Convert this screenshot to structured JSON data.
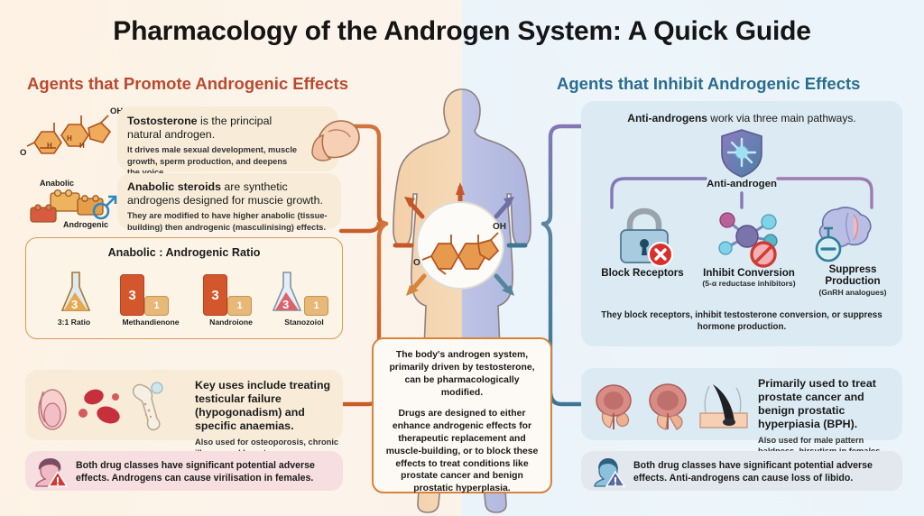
{
  "title": "Pharmacology of the Androgen System: A Quick Guide",
  "colors": {
    "left_accent": "#b9492f",
    "right_accent": "#2b6c8d",
    "left_bg": "#fdf2e3",
    "right_bg": "#eaf4fa",
    "card_left": "#f8ecd9",
    "card_right": "#dceaf3",
    "ratio_high_bar": "#d4562c",
    "ratio_low_bar": "#e7b878",
    "warn_left_bg": "#f7dfe1",
    "warn_right_bg": "#e3e8ee",
    "connector_left": "#cf6a33",
    "connector_right_top": "#8478b4",
    "connector_right_bottom": "#4a7f9e"
  },
  "sections": {
    "left_heading": "Agents that Promote Androgenic Effects",
    "right_heading": "Agents that Inhibit Androgenic Effects"
  },
  "left": {
    "molecule_labels": {
      "oh": "OH",
      "o": "O",
      "h1": "H",
      "h2": "H",
      "h3": "H"
    },
    "brick_labels": {
      "anabolic": "Anabolic",
      "androgenic": "Androgenic"
    },
    "cards": [
      {
        "heading_bold": "Tostosterone",
        "heading_rest": " is the principal natural androgen.",
        "sub": "It drives male sexual development, muscle growth, sperm production, and deepens the voice.",
        "icon": "flexed-bicep-icon"
      },
      {
        "heading_bold": "Anabolic steroids",
        "heading_rest": " are synthetic androgens designed for muscie growth.",
        "sub": "They are modified to have higher anabolic (tissue-building) then androgenic (masculinising) effects.",
        "icon": "lego-bricks-icon"
      }
    ],
    "ratio_panel": {
      "title": "Anabolic : Androgenic Ratio",
      "items": [
        {
          "label": "3:1 Ratio",
          "type": "flask",
          "flask_color": "#e8a94e",
          "high": "3",
          "low": "1"
        },
        {
          "label": "Methandienone",
          "type": "bars",
          "high": "3",
          "low": "1"
        },
        {
          "label": "Nandroione",
          "type": "bars",
          "high": "3",
          "low": "1"
        },
        {
          "label": "Stanozoiol",
          "type": "flask",
          "flask_color": "#d9636b",
          "high": "3",
          "low": "1"
        }
      ]
    },
    "uses_card": {
      "heading": "Key uses include treating testicular failure (hypogonadism) and specific anaemias.",
      "sub": "Also used for osteoporosis, chronic illness, and long-term corticosteroid therapy.",
      "icons": [
        "testis-icon",
        "red-blood-cells-icon",
        "bone-icon"
      ]
    },
    "warning": {
      "text": "Both drug classes have significant potential adverse effects. Androgens can cause virilisation in females.",
      "icon": "female-avatar-warning-icon"
    }
  },
  "center": {
    "paragraph_1": "The body's androgen system, primarily driven by testosterone, can be pharmacologically modified.",
    "paragraph_2": "Drugs are designed to either enhance androgenic effects for therapeutic replacement and muscle-building, or to block these effects to treat conditions like prostate cancer and benign prostatic hyperplasia.",
    "emblem": {
      "oh": "OH",
      "o": "O",
      "icon": "steroid-molecule-emblem"
    },
    "silhouette": "human-body-silhouette"
  },
  "right": {
    "pathway_panel": {
      "heading_bold": "Anti-androgens",
      "heading_rest": " work via three main pathways.",
      "hub_label": "Anti-androgen",
      "hub_icon": "shield-icon",
      "pathways": [
        {
          "name": "Block Receptors",
          "sub": "",
          "icon": "padlock-blocked-icon"
        },
        {
          "name": "Inhibit Conversion",
          "sub": "(5-α reductase inhibitors)",
          "icon": "molecule-no-entry-icon"
        },
        {
          "name": "Suppress Production",
          "sub": "(GnRH analogues)",
          "icon": "brain-minus-icon"
        }
      ],
      "footer": "They block receptors, inhibit testosterone conversion, or suppress hormone production."
    },
    "uses_card": {
      "heading": "Primarily used to treat prostate cancer and benign prostatic hyperpiasia (BPH).",
      "sub": "Also used for male pattern baldness, hirsutism in females, and endometriosis.",
      "icons": [
        "prostate-icon",
        "prostate-enlarged-icon",
        "hair-follicle-icon"
      ]
    },
    "warning": {
      "text": "Both drug classes have significant potential adverse effects. Anti-androgens can cause loss of libido.",
      "icon": "male-avatar-warning-icon"
    }
  }
}
